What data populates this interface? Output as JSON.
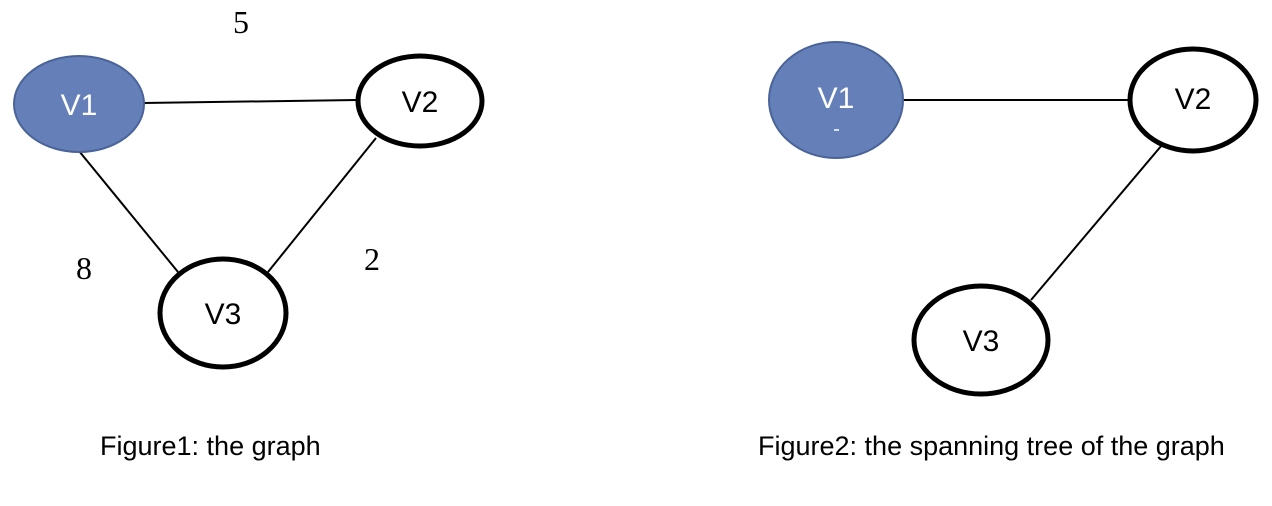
{
  "colors": {
    "highlight_node_fill": "#6580b8",
    "highlight_node_stroke": "#4a6399",
    "node_fill": "#ffffff",
    "node_stroke": "#000000",
    "edge": "#000000"
  },
  "figure1": {
    "caption": "Figure1: the graph",
    "nodes": {
      "v1": "V1",
      "v2": "V2",
      "v3": "V3"
    },
    "edges": [
      {
        "from": "V1",
        "to": "V2",
        "weight": "5"
      },
      {
        "from": "V1",
        "to": "V3",
        "weight": "8"
      },
      {
        "from": "V2",
        "to": "V3",
        "weight": "2"
      }
    ]
  },
  "figure2": {
    "caption": "Figure2: the spanning tree of the graph",
    "nodes": {
      "v1": "V1",
      "v2": "V2",
      "v3": "V3"
    },
    "edges": [
      {
        "from": "V1",
        "to": "V2"
      },
      {
        "from": "V2",
        "to": "V3"
      }
    ]
  }
}
